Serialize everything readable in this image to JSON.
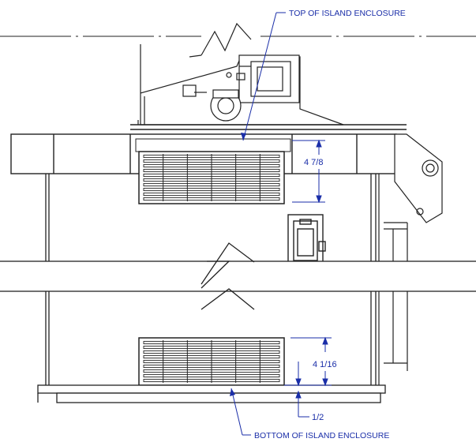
{
  "annotations": {
    "top_label": "TOP OF ISLAND ENCLOSURE",
    "bottom_label": "BOTTOM OF ISLAND ENCLOSURE",
    "dim_upper": "4 7/8",
    "dim_lower": "4 1/16",
    "dim_small": "1/2"
  },
  "colors": {
    "annotation": "#1a2ea8",
    "linework": "#222222"
  }
}
